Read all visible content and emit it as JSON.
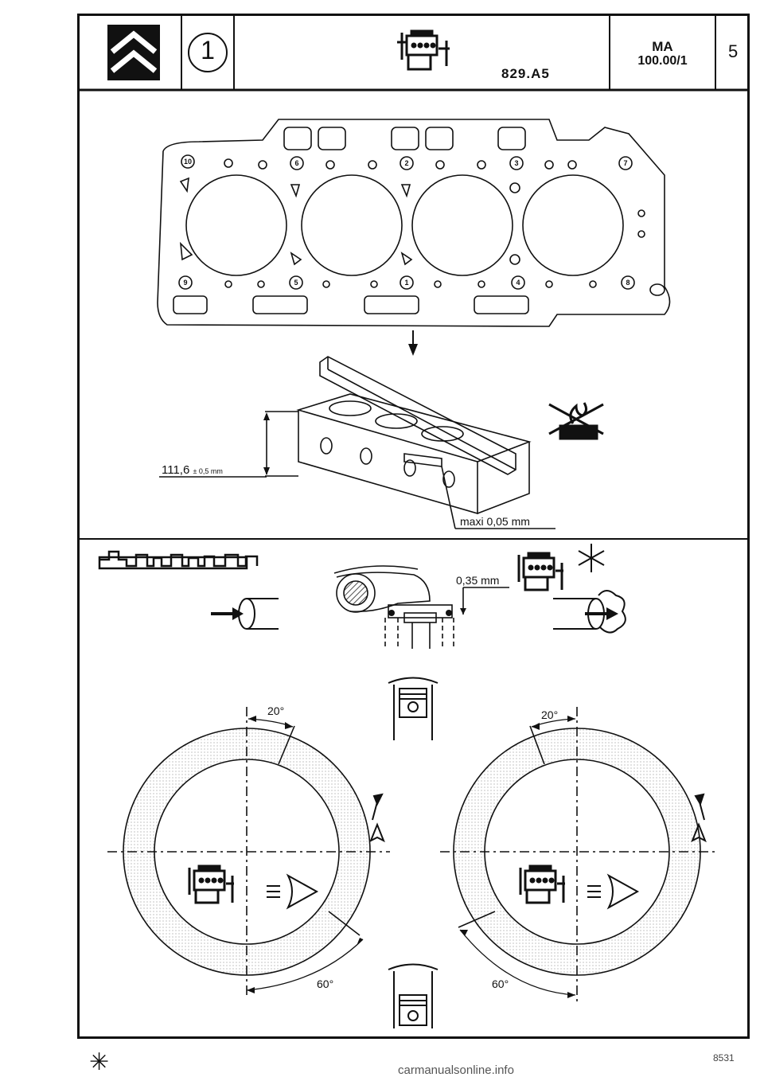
{
  "header": {
    "badge_number": "1",
    "engine_code": "829.A5",
    "manual_code": "MA",
    "manual_ref": "100.00/1",
    "sheet_number": "5"
  },
  "gasket": {
    "bolt_order": [
      "10",
      "6",
      "2",
      "3",
      "7",
      "9",
      "5",
      "1",
      "4",
      "8"
    ]
  },
  "measure": {
    "height_value": "111,6",
    "height_tolerance": "± 0,5 mm",
    "flatness": "maxi 0,05 mm"
  },
  "valves": {
    "clearance": "0,35 mm"
  },
  "timing": {
    "left_top_angle": "20°",
    "left_bottom_angle": "60°",
    "right_top_angle": "20°",
    "right_bottom_angle": "60°"
  },
  "footer": {
    "star": "✳",
    "page_number": "8531",
    "watermark": "carmanualsonline.info"
  },
  "icons": [
    "citroen-logo-icon",
    "engine-icon",
    "no-flame-icon",
    "snowflake-icon",
    "camshaft-icon",
    "gauge-arrow-icon",
    "piston-icon",
    "eye-icon"
  ]
}
